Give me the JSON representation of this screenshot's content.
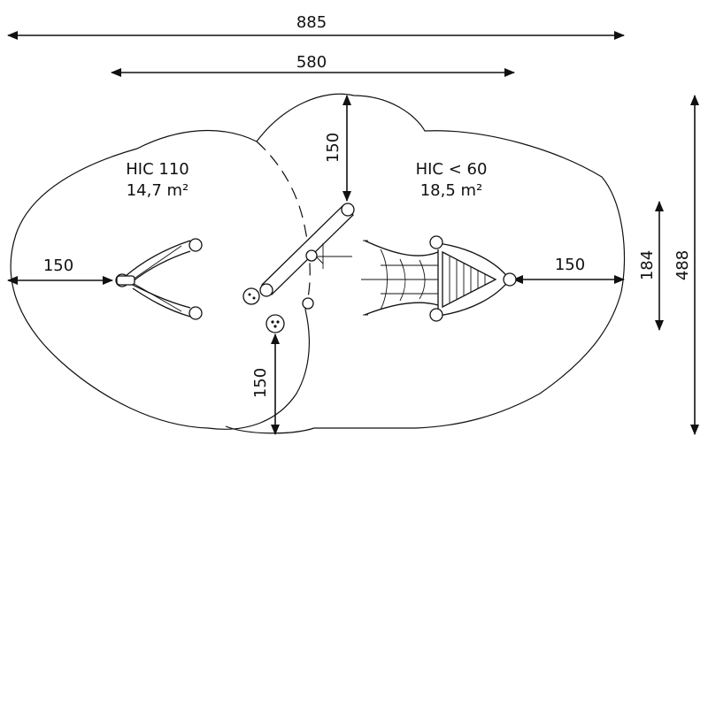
{
  "colors": {
    "ink": "#111111",
    "background": "#ffffff"
  },
  "dimensions": {
    "total_width": "885",
    "inner_width": "580",
    "left_clearance": "150",
    "right_clearance": "150",
    "top_clearance": "150",
    "bottom_clearance": "150",
    "equipment_depth": "184",
    "total_depth": "488"
  },
  "zones": [
    {
      "hic": "HIC 110",
      "area": "14,7 m²"
    },
    {
      "hic": "HIC < 60",
      "area": "18,5 m²"
    }
  ],
  "icons": [
    "swing-seat-icon",
    "seesaw-icon",
    "spring-rider-icon",
    "net-bridge-icon",
    "ship-slide-icon"
  ]
}
